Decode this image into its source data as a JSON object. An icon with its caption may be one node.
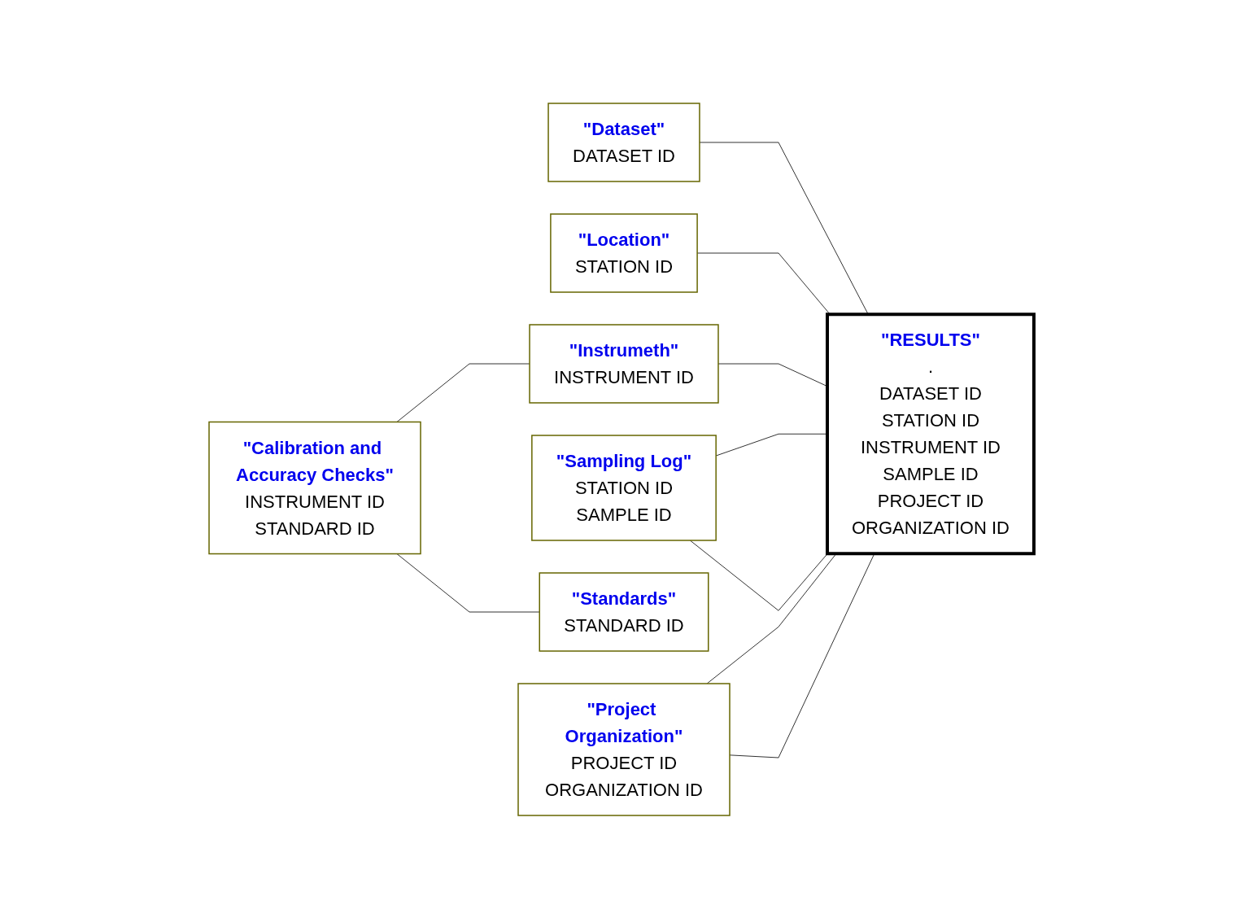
{
  "diagram": {
    "nodes": [
      {
        "text": [
          "\"Dataset\"",
          "DATASET ID"
        ]
      },
      {
        "text": [
          "\"Location\"",
          "STATION ID"
        ]
      },
      {
        "text": [
          "\"RESULTS\"",
          ".",
          "DATASET ID",
          "STATION ID",
          "INSTRUMENT ID",
          "SAMPLE ID",
          "PROJECT ID",
          "ORGANIZATION ID"
        ]
      },
      {
        "text": [
          "\"Calibration and Accuracy Checks\"",
          "INSTRUMENT ID",
          "STANDARD ID"
        ]
      },
      {
        "text": [
          "\"Instrumeth\"",
          "INSTRUMENT ID"
        ]
      },
      {
        "text": [
          "\"Sampling Log\"",
          "STATION ID",
          "SAMPLE ID"
        ]
      },
      {
        "text": [
          "\"Standards\"",
          "STANDARD ID"
        ]
      },
      {
        "text": [
          "\"Project Organization\"",
          "PROJECT ID",
          "ORGANIZATION ID"
        ]
      }
    ],
    "edges": [
      {
        "from": 0,
        "to": 2,
        "arrow": "none"
      },
      {
        "from": 1,
        "to": 2,
        "arrow": "none"
      },
      {
        "from": 3,
        "to": 4,
        "arrow": "none"
      },
      {
        "from": 4,
        "to": 2,
        "arrow": "none"
      },
      {
        "from": 3,
        "to": 6,
        "arrow": "none"
      },
      {
        "from": 5,
        "to": 2,
        "arrow": "none"
      },
      {
        "from": 5,
        "to": 2,
        "arrow": "none"
      },
      {
        "from": 7,
        "to": 2,
        "arrow": "none"
      },
      {
        "from": 7,
        "to": 2,
        "arrow": "none"
      }
    ]
  }
}
